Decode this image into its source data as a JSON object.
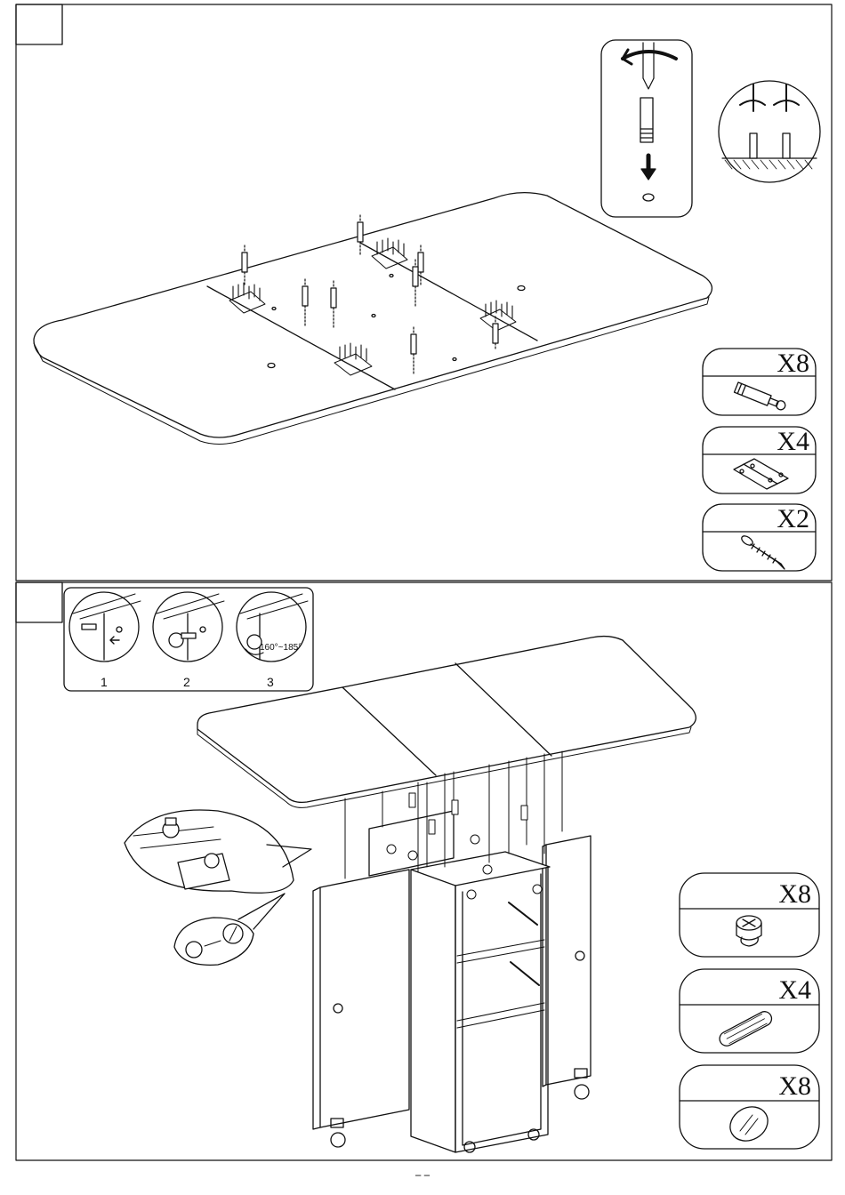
{
  "step1": {
    "parts": [
      {
        "icon": "cam-bolt-icon",
        "count": "X8"
      },
      {
        "icon": "hinge-icon",
        "count": "X4"
      },
      {
        "icon": "screw-icon",
        "count": "X2"
      }
    ]
  },
  "step2": {
    "substeps": [
      "1",
      "2",
      "3"
    ],
    "angle_label": "160°~185°",
    "parts": [
      {
        "icon": "cam-lock-icon",
        "count": "X8"
      },
      {
        "icon": "wood-dowel-icon",
        "count": "X4"
      },
      {
        "icon": "cap-cover-icon",
        "count": "X8"
      }
    ]
  },
  "footer": {
    "marks": "‾ ‾"
  }
}
